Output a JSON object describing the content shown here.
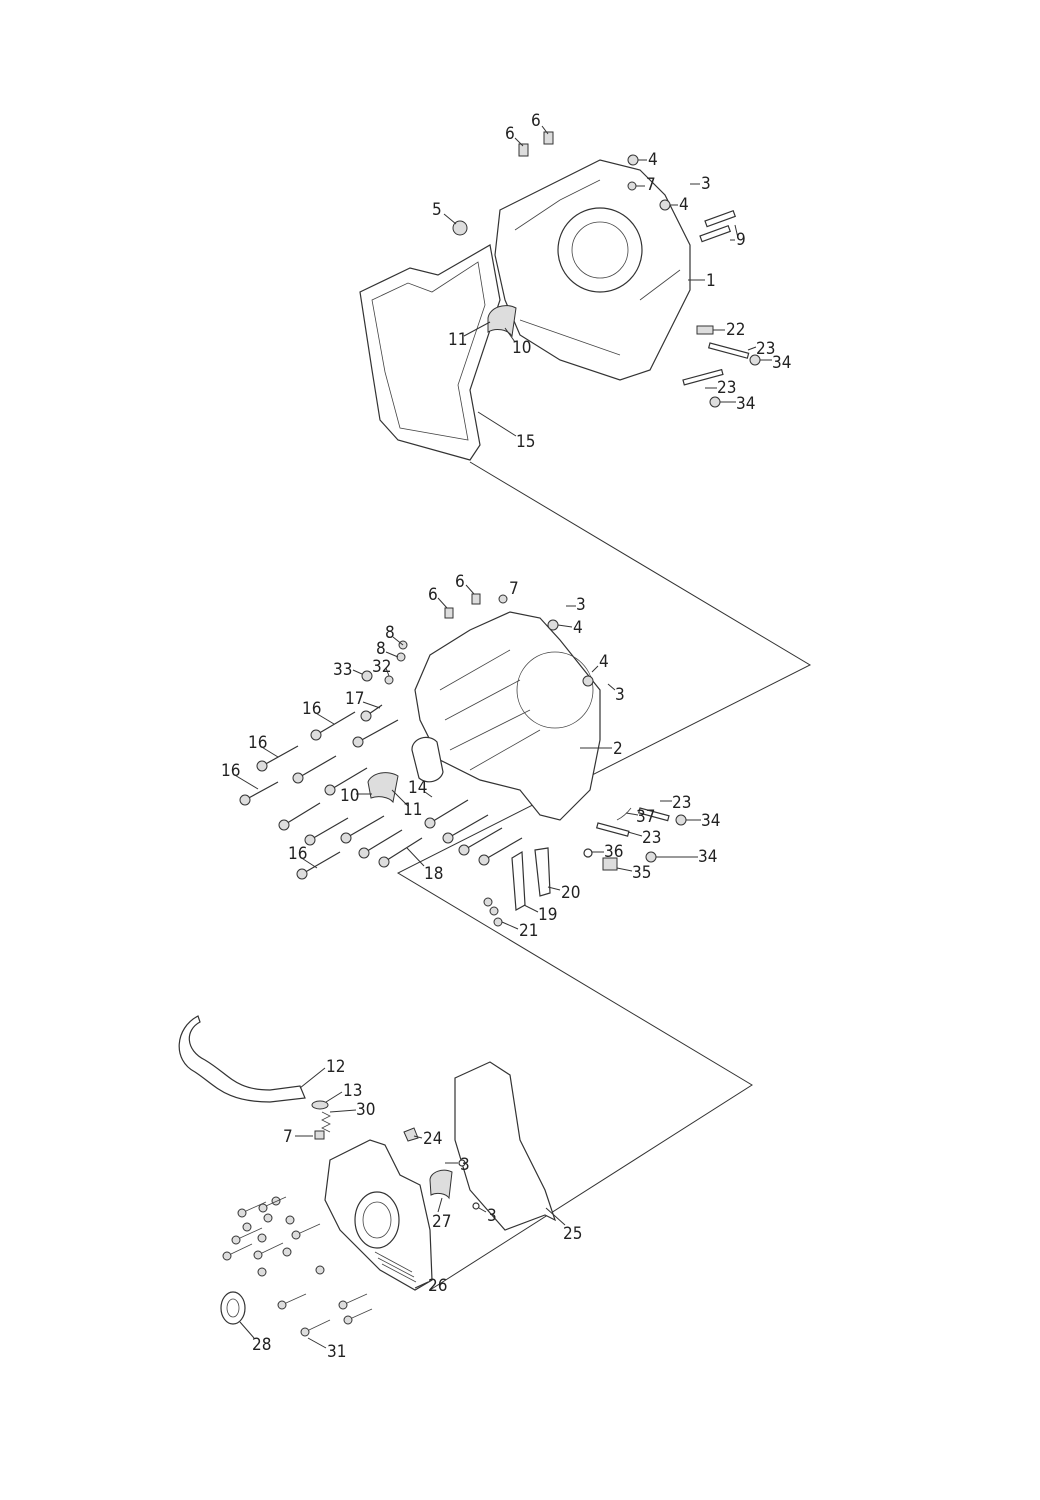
{
  "diagram": {
    "type": "exploded-parts-diagram",
    "top_group": [
      "6",
      "6",
      "4",
      "7",
      "3",
      "5",
      "4",
      "9",
      "1",
      "11",
      "10",
      "22",
      "23",
      "34",
      "23",
      "34",
      "15"
    ],
    "middle_group": [
      "6",
      "6",
      "7",
      "3",
      "4",
      "8",
      "8",
      "33",
      "32",
      "4",
      "3",
      "16",
      "17",
      "16",
      "2",
      "16",
      "10",
      "14",
      "11",
      "23",
      "37",
      "34",
      "23",
      "16",
      "36",
      "34",
      "18",
      "35",
      "20",
      "19",
      "21"
    ],
    "bottom_group": [
      "12",
      "13",
      "30",
      "7",
      "24",
      "3",
      "27",
      "3",
      "25",
      "26",
      "28",
      "31"
    ]
  }
}
